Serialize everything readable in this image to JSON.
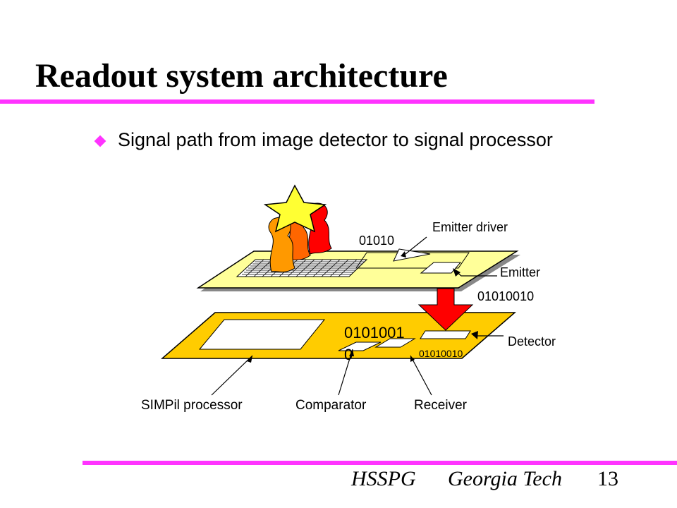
{
  "slide": {
    "title": "Readout system architecture",
    "bullet": "Signal path from image detector to signal processor",
    "footer": {
      "org": "HSSPG",
      "institution": "Georgia Tech",
      "page": "13"
    }
  },
  "diagram": {
    "labels": {
      "emitter_driver": "Emitter driver",
      "top_bits": "01010",
      "emitter": "Emitter",
      "emitted_bits": "01010010",
      "detector": "Detector",
      "big_bits_line1": "0101001",
      "big_bits_line2": "0",
      "small_bits": "01010010",
      "simpil_processor": "SIMPil processor",
      "comparator": "Comparator",
      "receiver": "Receiver"
    }
  },
  "colors": {
    "accent": "#ff33ff",
    "top_plane": "#ffff99",
    "bottom_plane": "#ffcc00",
    "arrow_red": "#ff0000",
    "star": "#ffff33",
    "flame_orange": "#ff9900"
  }
}
